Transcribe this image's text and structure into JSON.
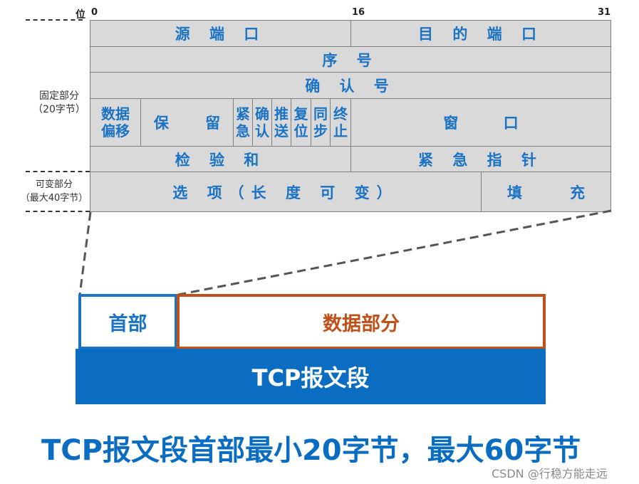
{
  "bit_labels": {
    "prefix": "位",
    "start": "0",
    "mid": "16",
    "end": "31"
  },
  "side_labels": {
    "fixed": {
      "line1": "固定部分",
      "line2": "（20字节）"
    },
    "variable": {
      "line1": "可变部分",
      "line2": "（最大40字节）"
    }
  },
  "header_fields": {
    "row1": {
      "source_port": "源 端 口",
      "dest_port": "目 的 端 口"
    },
    "row2": {
      "seq": "序 号"
    },
    "row3": {
      "ack": "确 认 号"
    },
    "row4": {
      "data_offset": {
        "line1": "数据",
        "line2": "偏移"
      },
      "reserved": "保 留",
      "flags": [
        {
          "line1": "紧",
          "line2": "急"
        },
        {
          "line1": "确",
          "line2": "认"
        },
        {
          "line1": "推",
          "line2": "送"
        },
        {
          "line1": "复",
          "line2": "位"
        },
        {
          "line1": "同",
          "line2": "步"
        },
        {
          "line1": "终",
          "line2": "止"
        }
      ],
      "window": "窗 口"
    },
    "row5": {
      "checksum": "检 验 和",
      "urgent_pointer": "紧 急 指 针"
    },
    "row6": {
      "options": "选 项（长 度 可 变）",
      "padding": "填 充"
    }
  },
  "segment": {
    "header_label": "首部",
    "data_label": "数据部分",
    "band_label": "TCP报文段"
  },
  "caption": "TCP报文段首部最小20字节，最大60字节",
  "watermark": "CSDN @行稳方能走远",
  "colors": {
    "field_text": "#1a73c4",
    "field_bg": "#d9d9d9",
    "header_border": "#1a73c4",
    "data_border": "#c0501a",
    "band_bg": "#0a6dc2",
    "caption": "#0a6dc2"
  }
}
